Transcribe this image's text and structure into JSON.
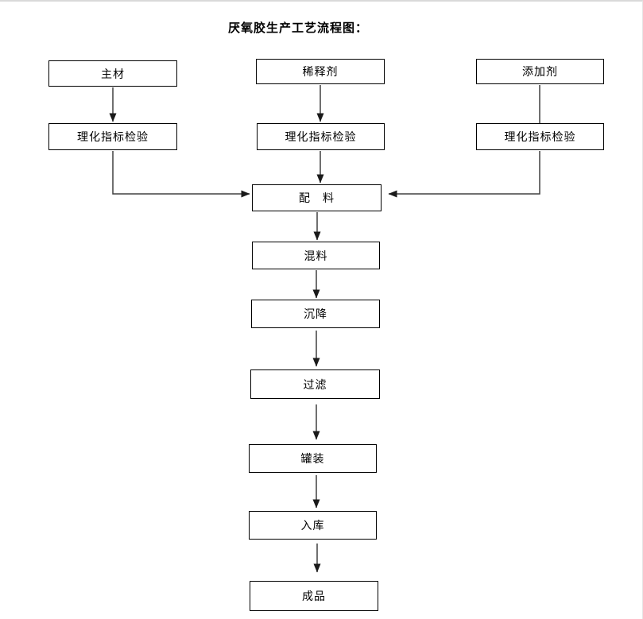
{
  "title": "厌氧胶生产工艺流程图：",
  "flow": {
    "columns": [
      {
        "input": "主材",
        "check": "理化指标检验"
      },
      {
        "input": "稀释剂",
        "check": "理化指标检验"
      },
      {
        "input": "添加剂",
        "check": "理化指标检验"
      }
    ],
    "chain": [
      "配　料",
      "混料",
      "沉降",
      "过滤",
      "罐装",
      "入库",
      "成品"
    ]
  },
  "colors": {
    "box_border": "#000000",
    "arrow_line": "#404040",
    "arrow_head": "#1a1a1a",
    "page_edge": "#d9d9d9"
  }
}
